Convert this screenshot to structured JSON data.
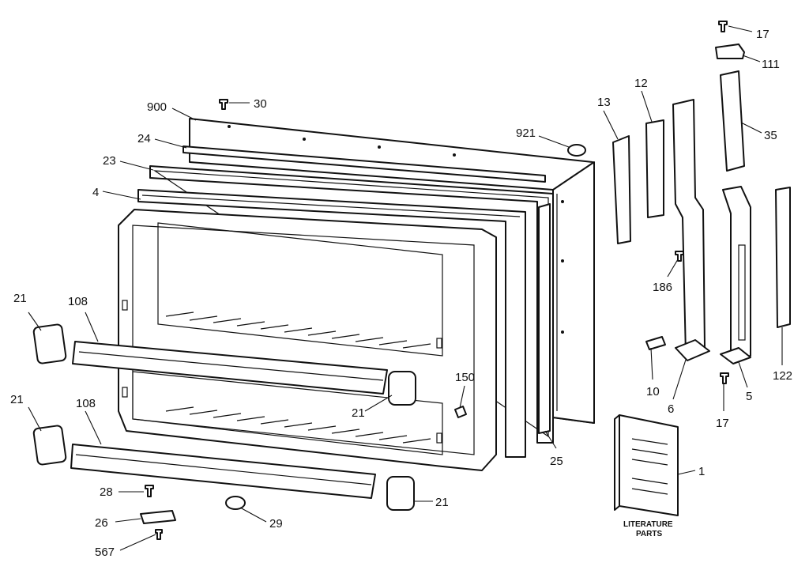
{
  "diagram": {
    "labels": {
      "p900": "900",
      "p30": "30",
      "p24": "24",
      "p23": "23",
      "p4": "4",
      "p921": "921",
      "p13": "13",
      "p12": "12",
      "p17_top": "17",
      "p111": "111",
      "p35": "35",
      "p186": "186",
      "p122": "122",
      "p21_l1": "21",
      "p108_1": "108",
      "p21_l2": "21",
      "p108_2": "108",
      "p150": "150",
      "p21_mid": "21",
      "p10": "10",
      "p6": "6",
      "p5": "5",
      "p17_bot": "17",
      "p25": "25",
      "p1": "1",
      "p28": "28",
      "p26": "26",
      "p567": "567",
      "p29": "29",
      "p21_br": "21"
    },
    "literature": {
      "line1": "LITERATURE",
      "line2": "PARTS"
    }
  }
}
